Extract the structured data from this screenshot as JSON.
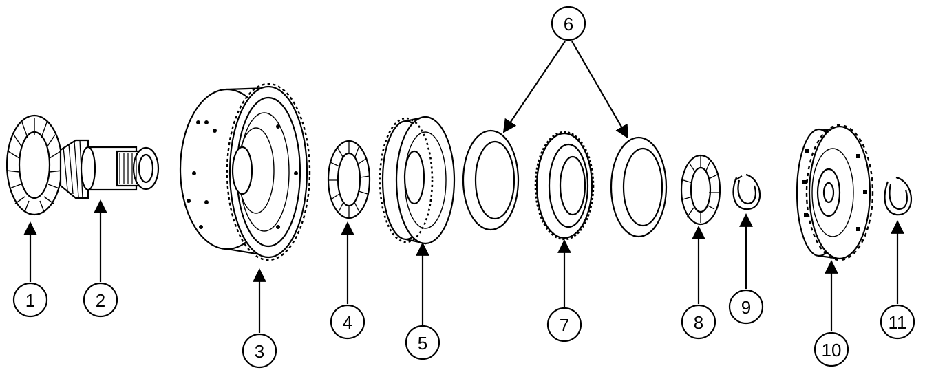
{
  "diagram": {
    "callouts": [
      {
        "id": "1",
        "label": "1"
      },
      {
        "id": "2",
        "label": "2"
      },
      {
        "id": "3",
        "label": "3"
      },
      {
        "id": "4",
        "label": "4"
      },
      {
        "id": "5",
        "label": "5"
      },
      {
        "id": "6",
        "label": "6"
      },
      {
        "id": "7",
        "label": "7"
      },
      {
        "id": "8",
        "label": "8"
      },
      {
        "id": "9",
        "label": "9"
      },
      {
        "id": "10",
        "label": "10"
      },
      {
        "id": "11",
        "label": "11"
      }
    ],
    "colors": {
      "ink": "#000000",
      "background": "#ffffff"
    }
  }
}
